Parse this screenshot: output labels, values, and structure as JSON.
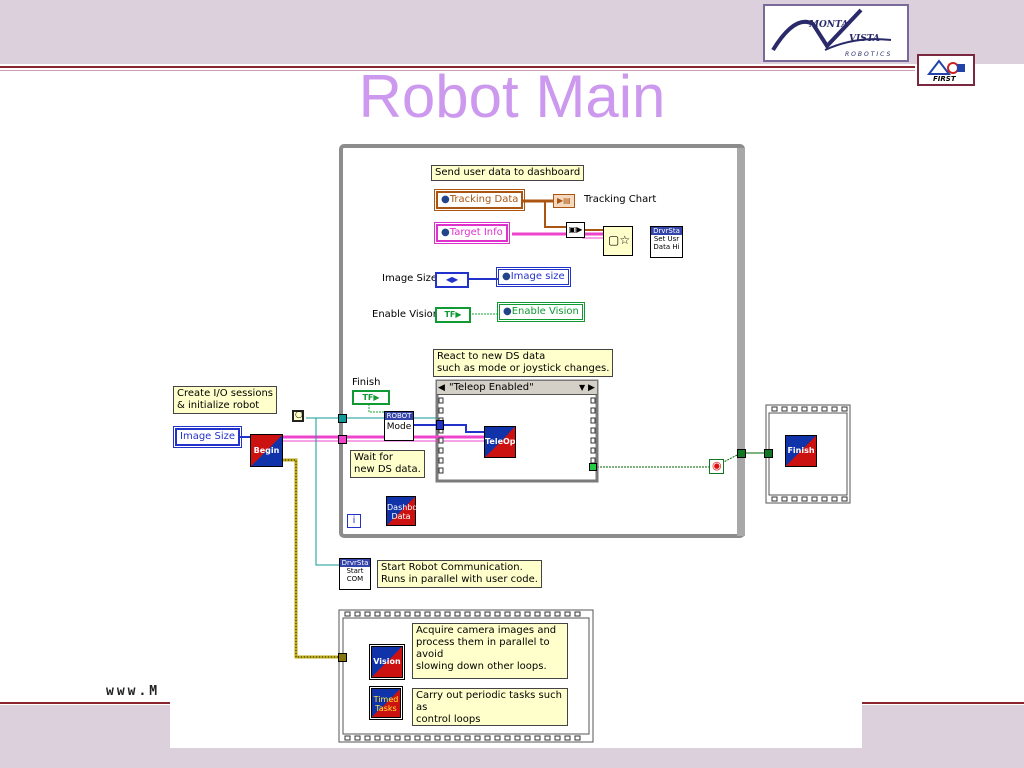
{
  "slide": {
    "title": "Robot Main",
    "website": "www.M",
    "logo": {
      "line1": "MONTA",
      "line2": "VISTA",
      "line3": "ROBOTICS"
    },
    "first_logo": "FIRST"
  },
  "colors": {
    "title": "#cc99ee",
    "band": "#ddd0dd",
    "rule": "#8a2430",
    "note_bg": "#ffffcc"
  },
  "diagram": {
    "notes": {
      "send_dashboard": "Send user data to dashboard",
      "react_line1": "React to new DS data",
      "react_line2": "such as mode or joystick changes.",
      "create_line1": "Create I/O sessions",
      "create_line2": "& initialize robot",
      "wait_line1": "Wait for",
      "wait_line2": "new DS data.",
      "start_line1": "Start Robot Communication.",
      "start_line2": "Runs in parallel with user code.",
      "vision_line1": "Acquire camera images and",
      "vision_line2": "process them in parallel to avoid",
      "vision_line3": "slowing down other loops.",
      "timed_line1": "Carry out periodic tasks such as",
      "timed_line2": "control loops"
    },
    "controls": {
      "tracking_data": "Tracking Data",
      "tracking_chart": "Tracking Chart",
      "target_info": "Target Info",
      "image_size_label": "Image Size",
      "image_size_global": "Image size",
      "enable_vision_label": "Enable Vision",
      "enable_vision_global": "Enable Vision",
      "image_size_ctl": "Image Size",
      "finish_label": "Finish",
      "tf": "TF",
      "case_selector": "\"Teleop Enabled\""
    },
    "subvis": {
      "begin": "Begin",
      "teleop": "TeleOp",
      "finish": "Finish",
      "dashbd_line1": "Dashbd",
      "dashbd_line2": "Data",
      "vision": "Vision",
      "timed_line1": "Timed",
      "timed_line2": "Tasks",
      "robot_hdr": "ROBOT",
      "robot_mode": "Mode",
      "drvsta": "DrvrSta",
      "setusr_line1": "Set Usr",
      "setusr_line2": "Data Hi",
      "startcom_line1": "Start",
      "startcom_line2": "COM",
      "iteration": "i"
    }
  }
}
